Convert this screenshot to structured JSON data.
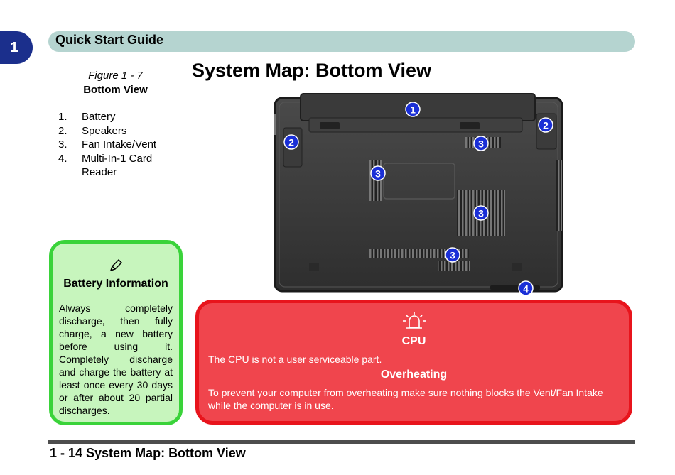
{
  "chapter_number": "1",
  "header": {
    "title": "Quick Start Guide"
  },
  "figure": {
    "number": "Figure 1 - 7",
    "title": "Bottom View"
  },
  "legend": [
    {
      "num": "1.",
      "label": "Battery"
    },
    {
      "num": "2.",
      "label": "Speakers"
    },
    {
      "num": "3.",
      "label": "Fan Intake/Vent"
    },
    {
      "num": "4.",
      "label": "Multi-In-1 Card Reader"
    }
  ],
  "page_title": "System Map: Bottom View",
  "callouts": {
    "battery": "1",
    "speakers": "2",
    "vent": "3",
    "card_reader": "4"
  },
  "note": {
    "icon": "pencil-icon",
    "title": "Battery Information",
    "text": "Always completely discharge, then fully charge, a new battery before using it. Completely discharge and charge the battery at least once every 30 days or after about 20 partial discharges."
  },
  "warning": {
    "icon": "alarm-icon",
    "cpu_title": "CPU",
    "cpu_text": "The CPU is not a user serviceable part.",
    "overheat_title": "Overheating",
    "overheat_text": "To prevent your computer from overheating make sure nothing blocks the Vent/Fan Intake while the computer is in use."
  },
  "footer": {
    "text": "1 - 14 System Map: Bottom View"
  },
  "colors": {
    "tab": "#1b2f8c",
    "header_bar": "#b5d4d0",
    "note_border": "#3ad33a",
    "note_bg": "#c7f5bd",
    "warn_border": "#e8141c",
    "warn_bg": "#f0454d",
    "callout": "#1a2fd6"
  }
}
